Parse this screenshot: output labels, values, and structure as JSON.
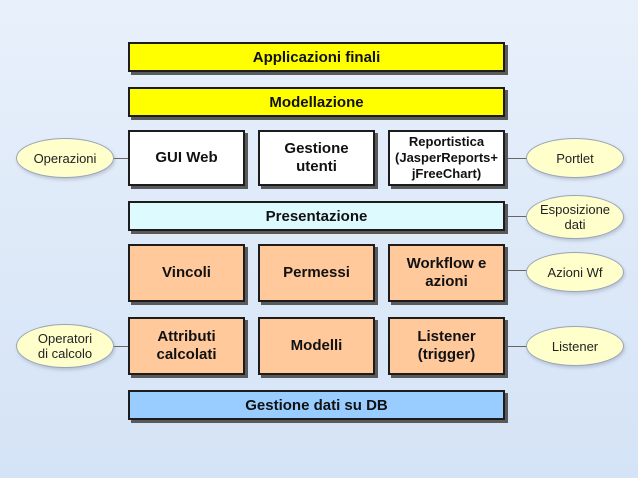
{
  "layers": {
    "applicazioni": "Applicazioni finali",
    "modellazione": "Modellazione",
    "presentazione": "Presentazione",
    "gestione_dati": "Gestione dati su DB"
  },
  "row1": {
    "gui_web": "GUI Web",
    "gestione_utenti": "Gestione\nutenti",
    "reportistica": "Reportistica\n(JasperReports+\njFreeChart)"
  },
  "row2": {
    "vincoli": "Vincoli",
    "permessi": "Permessi",
    "workflow": "Workflow e\nazioni"
  },
  "row3": {
    "attributi": "Attributi\ncalcolati",
    "modelli": "Modelli",
    "listener": "Listener\n(trigger)"
  },
  "left_ovals": {
    "operazioni": "Operazioni",
    "operatori": "Operatori\ndi calcolo"
  },
  "right_ovals": {
    "portlet": "Portlet",
    "esposizione": "Esposizione\ndati",
    "azioni_wf": "Azioni Wf",
    "listener": "Listener"
  },
  "colors": {
    "yellow": "#ffff00",
    "light_cyan": "#ddfbff",
    "peach": "#ffc99c",
    "light_blue": "#99ccff",
    "oval_fill": "#ffffcc"
  }
}
